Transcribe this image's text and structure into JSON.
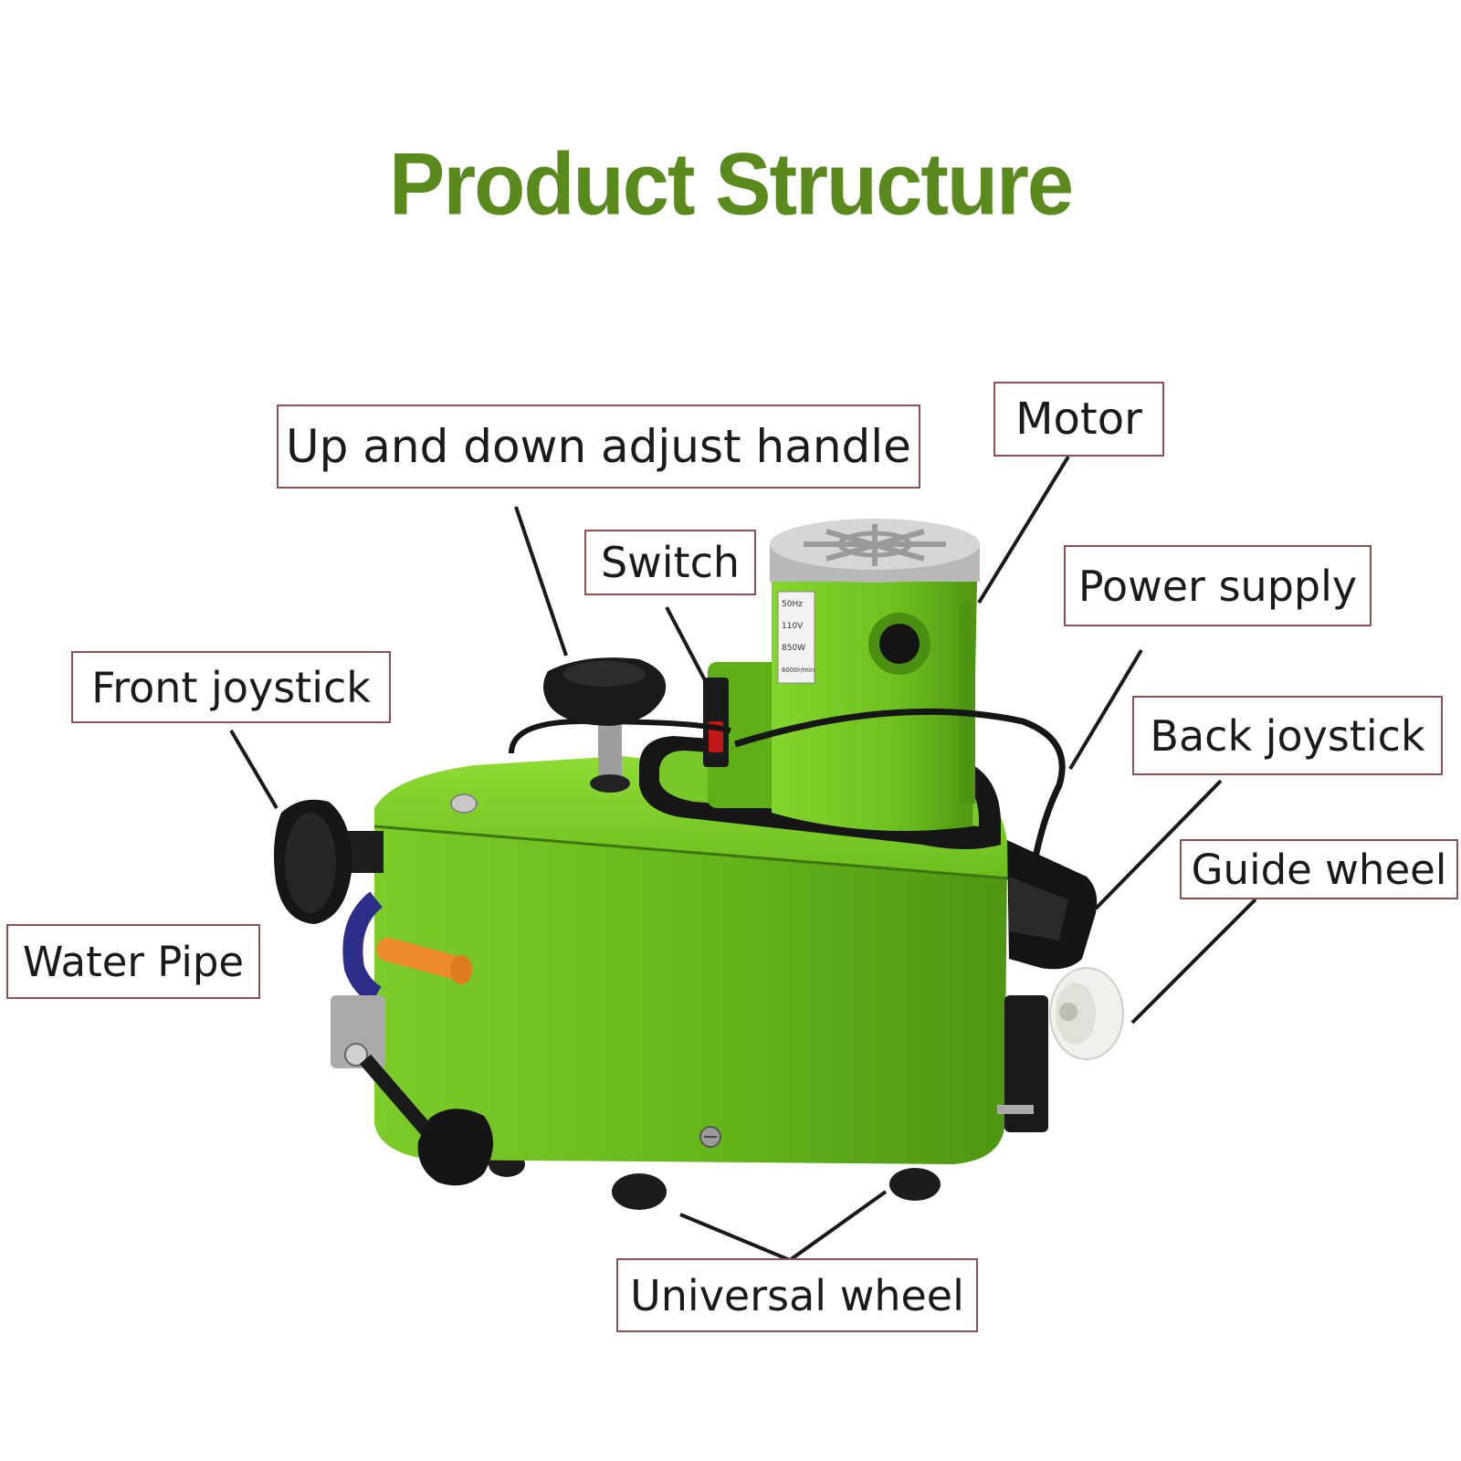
{
  "title": "Product Structure",
  "labels": {
    "up_down_handle": "Up and down adjust handle",
    "motor": "Motor",
    "switch": "Switch",
    "power_supply": "Power supply",
    "front_joystick": "Front joystick",
    "back_joystick": "Back joystick",
    "guide_wheel": "Guide wheel",
    "water_pipe": "Water Pipe",
    "universal_wheel": "Universal wheel"
  },
  "motor_plate": {
    "line1": "50Hz",
    "line2": "110V",
    "line3": "850W",
    "line4": "6000r/min"
  },
  "colors": {
    "title": "#5a8a1e",
    "body_green": "#6fbf1f",
    "body_dark": "#4e8f12",
    "label_border": "#8a5252",
    "leader": "#1a1a1a"
  }
}
